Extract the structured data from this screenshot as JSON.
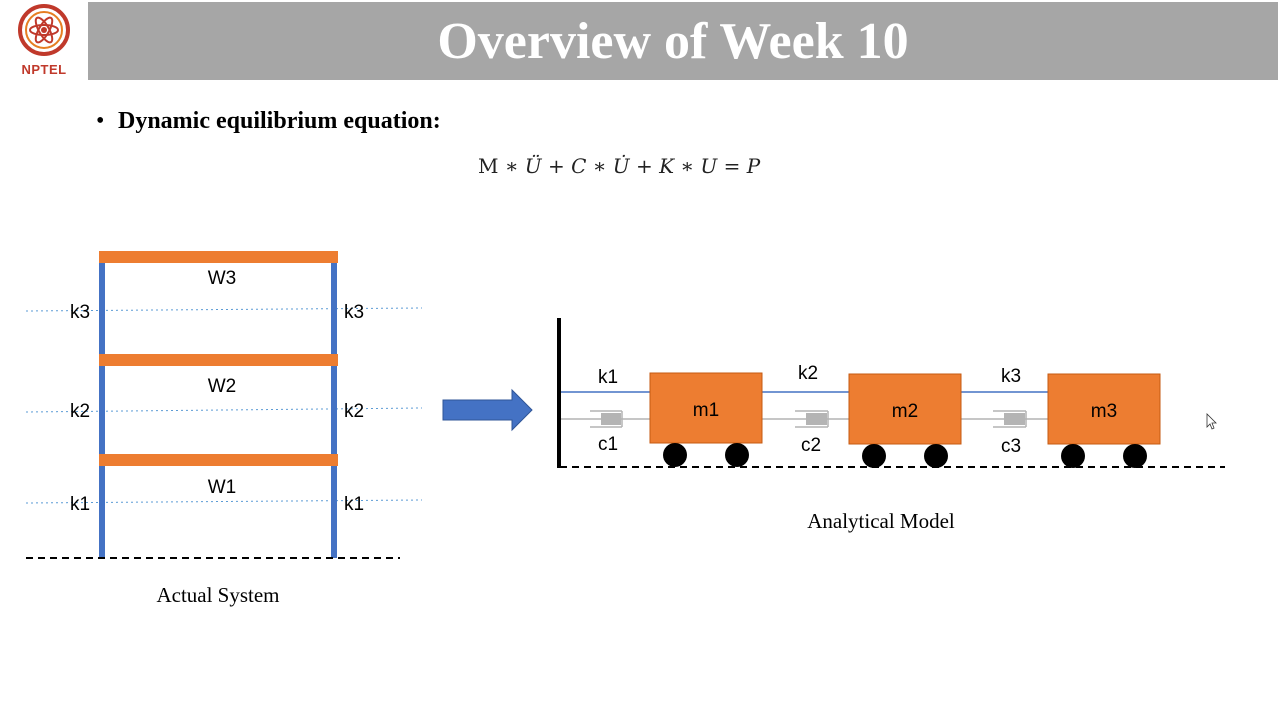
{
  "header": {
    "logo_text": "NPTEL",
    "title": "Overview of Week 10"
  },
  "content": {
    "bullet_text": "Dynamic equilibrium equation:",
    "equation": {
      "M": "M",
      "op1": " ∗ ",
      "Udd": "Ü",
      "plus1": " + ",
      "C": "C",
      "op2": " ∗ ",
      "Ud": "U̇",
      "plus2": " + ",
      "K": "K",
      "op3": " ∗ ",
      "U": "U",
      "eq": " = ",
      "P": "P"
    }
  },
  "actual_system": {
    "caption": "Actual System",
    "floors": [
      {
        "weight": "W3",
        "stiffness_left": "k3",
        "stiffness_right": "k3"
      },
      {
        "weight": "W2",
        "stiffness_left": "k2",
        "stiffness_right": "k2"
      },
      {
        "weight": "W1",
        "stiffness_left": "k1",
        "stiffness_right": "k1"
      }
    ]
  },
  "analytical_model": {
    "caption": "Analytical Model",
    "masses": [
      {
        "label": "m1",
        "spring": "k1",
        "damper": "c1"
      },
      {
        "label": "m2",
        "spring": "k2",
        "damper": "c2"
      },
      {
        "label": "m3",
        "spring": "k3",
        "damper": "c3"
      }
    ]
  },
  "colors": {
    "title_bar": "#a6a6a6",
    "slab_orange": "#ed7d31",
    "column_blue": "#4472c4",
    "arrow_blue": "#4472c4",
    "mass_orange": "#ed7d31",
    "damper_gray": "#b4b4b4"
  }
}
